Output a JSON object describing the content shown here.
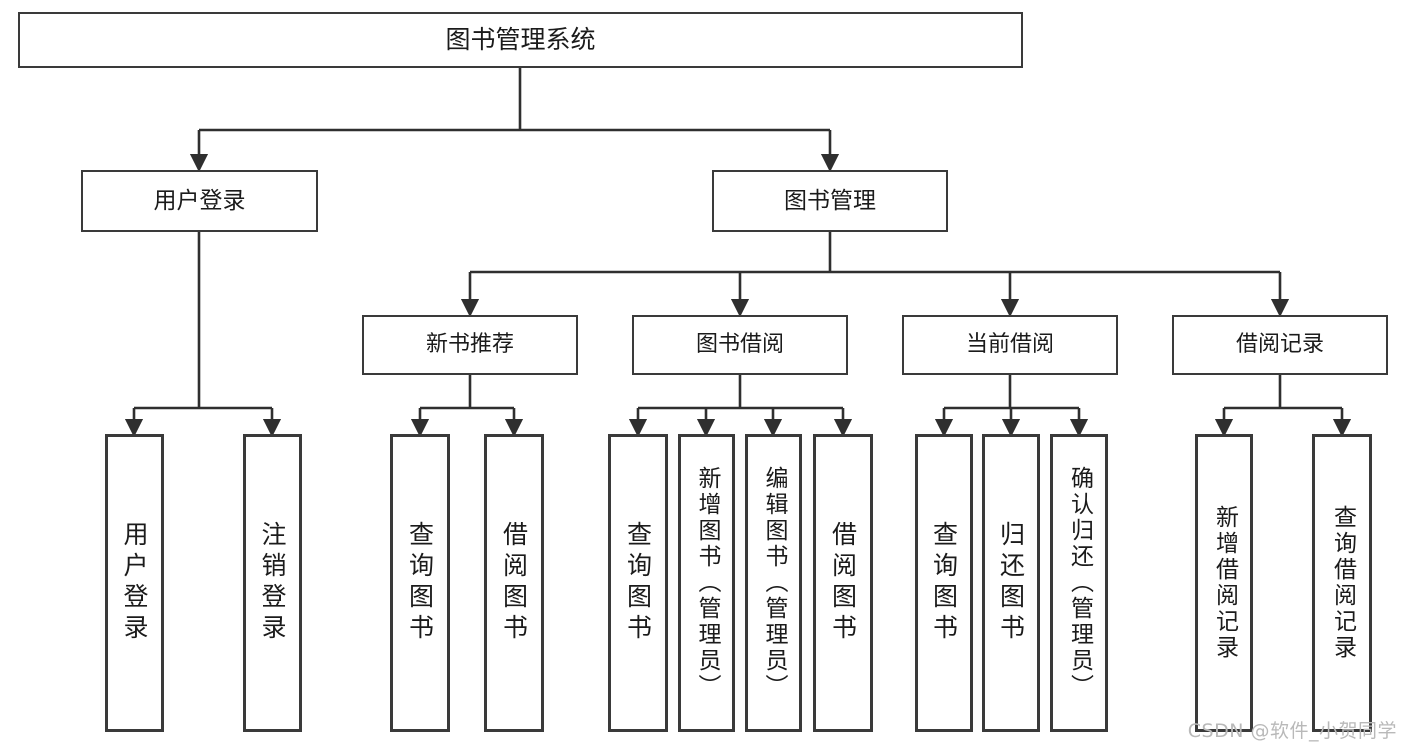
{
  "diagram": {
    "title": "图书管理系统",
    "type": "hierarchy-tree",
    "root": {
      "id": "root",
      "label": "图书管理系统"
    },
    "level2": [
      {
        "id": "user-login",
        "label": "用户登录"
      },
      {
        "id": "book-manage",
        "label": "图书管理"
      }
    ],
    "level3": [
      {
        "id": "new-book-recommend",
        "label": "新书推荐",
        "parent": "book-manage"
      },
      {
        "id": "book-borrow",
        "label": "图书借阅",
        "parent": "book-manage"
      },
      {
        "id": "current-borrow",
        "label": "当前借阅",
        "parent": "book-manage"
      },
      {
        "id": "borrow-record",
        "label": "借阅记录",
        "parent": "book-manage"
      }
    ],
    "leaves": [
      {
        "id": "leaf-user-login",
        "label": "用户登录",
        "parent": "user-login"
      },
      {
        "id": "leaf-logout-login",
        "label": "注销登录",
        "parent": "user-login"
      },
      {
        "id": "leaf-query-book-1",
        "label": "查询图书",
        "parent": "new-book-recommend"
      },
      {
        "id": "leaf-borrow-book-1",
        "label": "借阅图书",
        "parent": "new-book-recommend"
      },
      {
        "id": "leaf-query-book-2",
        "label": "查询图书",
        "parent": "book-borrow"
      },
      {
        "id": "leaf-add-book-admin",
        "label": "新增图书（管理员）",
        "parent": "book-borrow"
      },
      {
        "id": "leaf-edit-book-admin",
        "label": "编辑图书（管理员）",
        "parent": "book-borrow"
      },
      {
        "id": "leaf-borrow-book-2",
        "label": "借阅图书",
        "parent": "book-borrow"
      },
      {
        "id": "leaf-query-book-3",
        "label": "查询图书",
        "parent": "current-borrow"
      },
      {
        "id": "leaf-return-book",
        "label": "归还图书",
        "parent": "current-borrow"
      },
      {
        "id": "leaf-confirm-return",
        "label": "确认归还（管理员）",
        "parent": "current-borrow"
      },
      {
        "id": "leaf-add-record",
        "label": "新增借阅记录",
        "parent": "borrow-record"
      },
      {
        "id": "leaf-query-record",
        "label": "查询借阅记录",
        "parent": "borrow-record"
      }
    ],
    "watermark": "CSDN @软件_小贺同学",
    "colors": {
      "box_border": "#3a3a3a",
      "text": "#1b1b1b",
      "connector": "#2f2f2f",
      "background": "#ffffff",
      "watermark": "#b9b9b9"
    }
  }
}
